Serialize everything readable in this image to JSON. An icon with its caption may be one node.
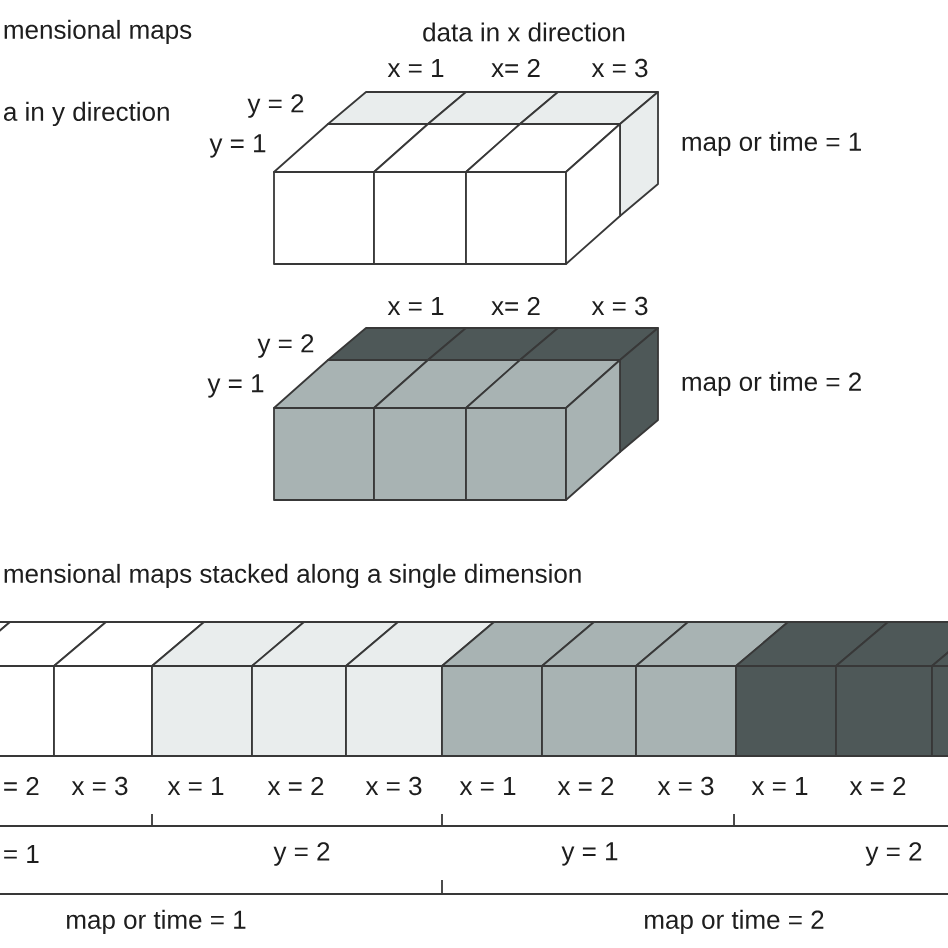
{
  "diagram": {
    "labels": [
      "mensional maps",
      "data in x direction",
      "x = 1",
      "x= 2",
      "x = 3",
      "a in y direction",
      "y = 2",
      "y = 1",
      "map or time = 1",
      "x = 1",
      "x= 2",
      "x = 3",
      "y = 2",
      "y = 1",
      "map or time = 2",
      "mensional maps stacked along a single dimension",
      "= 2",
      "x = 3",
      "x = 1",
      "x = 2",
      "x = 3",
      "x = 1",
      "x = 2",
      "x = 3",
      "x = 1",
      "x = 2",
      "= 1",
      "y = 2",
      "y = 1",
      "y = 2",
      "map or time = 1",
      "map or time = 2"
    ]
  }
}
